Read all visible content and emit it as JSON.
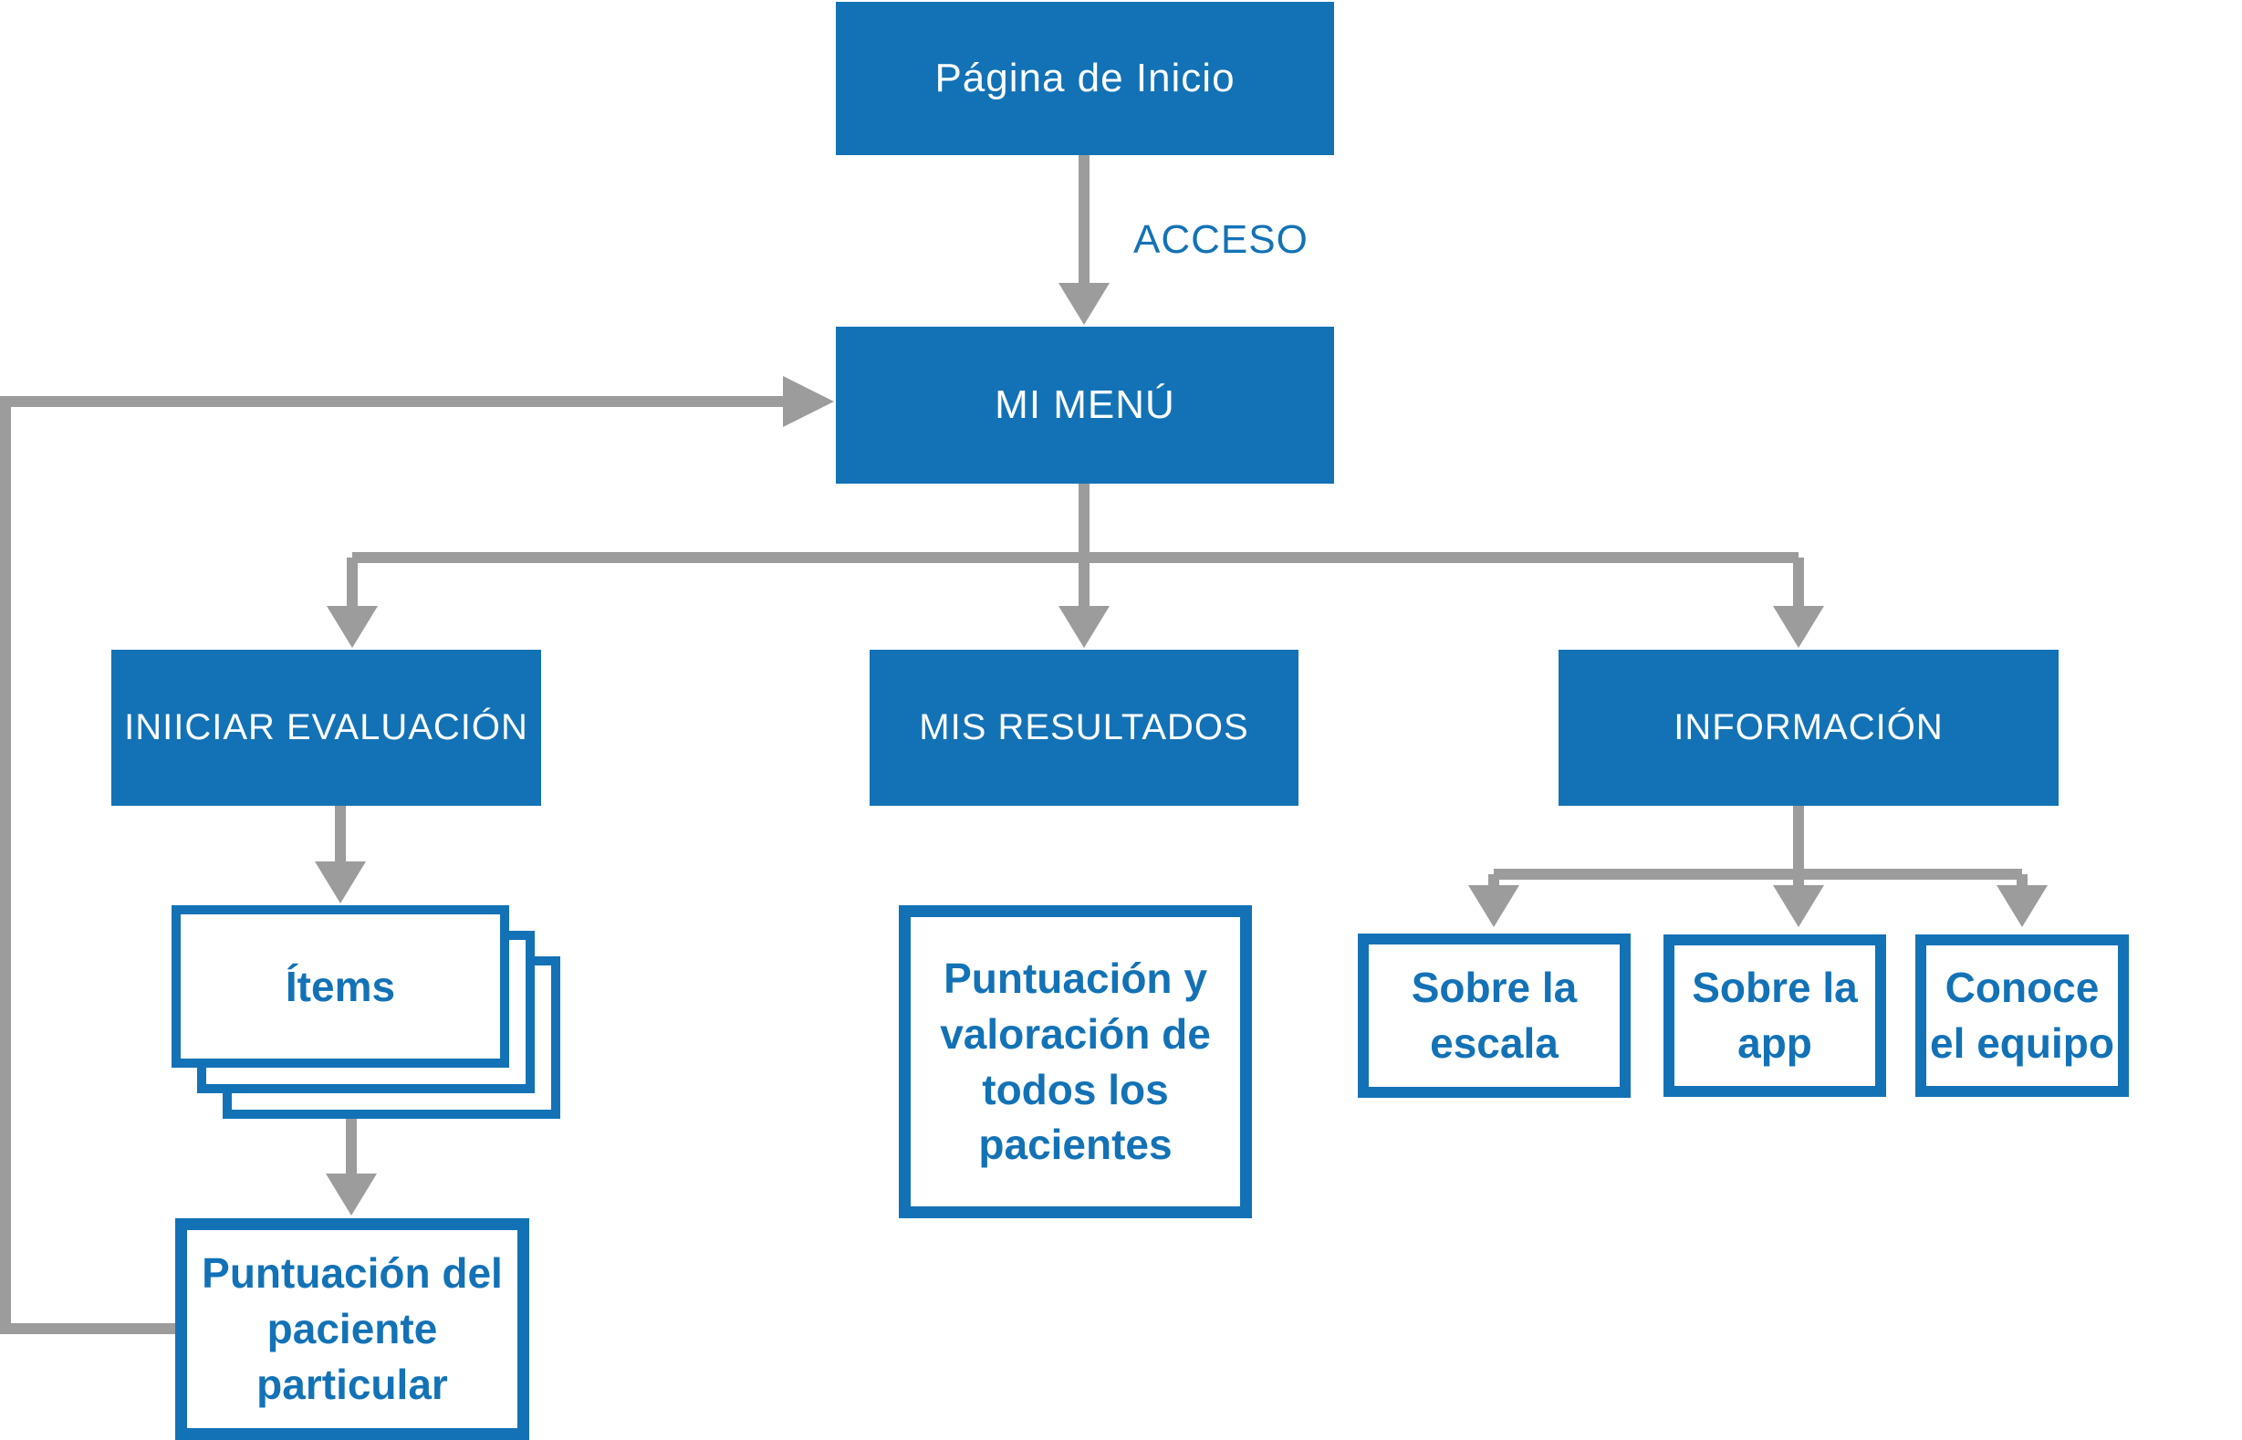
{
  "colors": {
    "blue": "#1372b6",
    "gray": "#9c9c9c",
    "background": "#ffffff"
  },
  "nodes": {
    "inicio": {
      "label": "Página de Inicio"
    },
    "menu": {
      "label": "MI MENÚ"
    },
    "evaluacion": {
      "label": "INIICIAR EVALUACIÓN"
    },
    "resultados": {
      "label": "MIS RESULTADOS"
    },
    "informacion": {
      "label": "INFORMACIÓN"
    },
    "items": {
      "label": "Ítems"
    },
    "puntuacion_particular": {
      "label": "Puntuación del paciente particular"
    },
    "puntuacion_todos": {
      "label": "Puntuación y valoración de todos los pacientes"
    },
    "sobre_escala": {
      "label": "Sobre la escala"
    },
    "sobre_app": {
      "label": "Sobre la app"
    },
    "conoce_equipo": {
      "label": "Conoce el equipo"
    }
  },
  "edge_labels": {
    "acceso": "ACCESO"
  }
}
